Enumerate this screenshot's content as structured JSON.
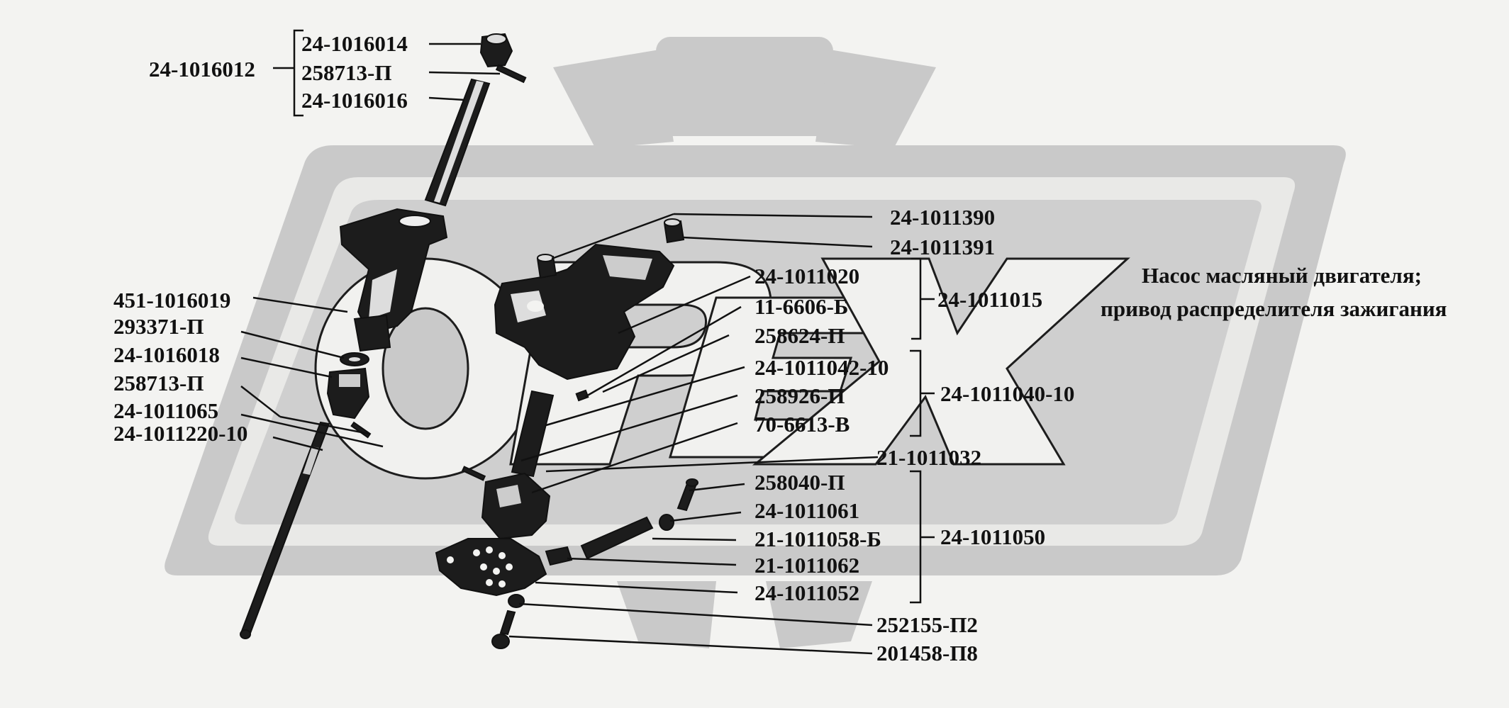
{
  "title": {
    "line1": "Насос масляный двигателя;",
    "line2": "привод распределителя зажигания"
  },
  "watermark": {
    "text": "OREX"
  },
  "colors": {
    "background": "#f3f3f1",
    "watermark": "#c9c9c9",
    "ink": "#111111"
  },
  "labels": {
    "l_24_1016012": "24-1016012",
    "l_24_1016014": "24-1016014",
    "l_258713_p_top": "258713-П",
    "l_24_1016016": "24-1016016",
    "l_451_1016019": "451-1016019",
    "l_293371_p": "293371-П",
    "l_24_1016018": "24-1016018",
    "l_258713_p": "258713-П",
    "l_24_1011065": "24-1011065",
    "l_24_1011220_10": "24-1011220-10",
    "l_24_1011390": "24-1011390",
    "l_24_1011391": "24-1011391",
    "l_24_1011020": "24-1011020",
    "l_11_6606_b": "11-6606-Б",
    "l_258624_p": "258624-П",
    "l_24_1011015": "24-1011015",
    "l_24_1011042_10": "24-1011042-10",
    "l_258926_p": "258926-П",
    "l_70_6613_v": "70-6613-В",
    "l_24_1011040_10": "24-1011040-10",
    "l_21_1011032": "21-1011032",
    "l_258040_p": "258040-П",
    "l_24_1011061": "24-1011061",
    "l_21_1011058_b": "21-1011058-Б",
    "l_21_1011062": "21-1011062",
    "l_24_1011052": "24-1011052",
    "l_24_1011050": "24-1011050",
    "l_252155_p2": "252155-П2",
    "l_201458_p8": "201458-П8"
  }
}
